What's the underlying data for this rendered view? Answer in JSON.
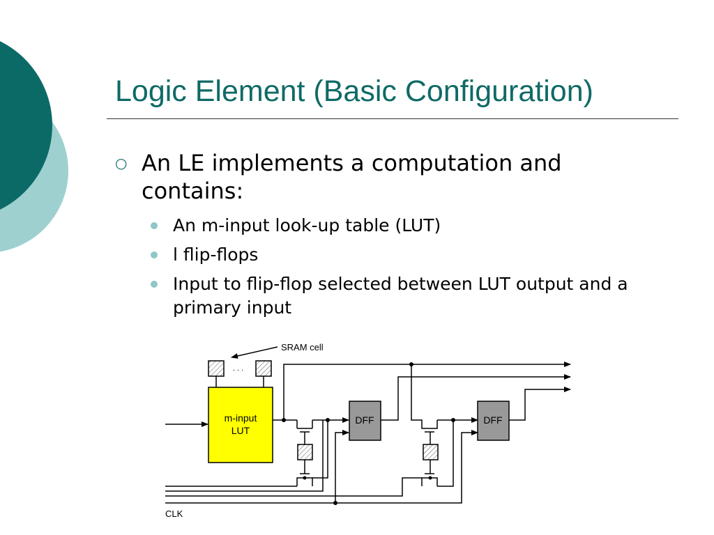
{
  "slide": {
    "title": "Logic Element (Basic Configuration)"
  },
  "bullets": [
    {
      "text": "An LE implements a computation and contains:",
      "level": 1,
      "marker": "hollow-circle-bullet"
    },
    {
      "text": "An m-input look-up table (LUT)",
      "level": 2,
      "marker": "filled-dot-bullet"
    },
    {
      "text": "l flip-flops",
      "level": 2,
      "marker": "filled-dot-bullet"
    },
    {
      "text": "Input to flip-flop selected between LUT output and a primary input",
      "level": 2,
      "marker": "filled-dot-bullet"
    }
  ],
  "diagram": {
    "sram_label": "SRAM cell",
    "dots": ". . .",
    "lut_label_line1": "m-input",
    "lut_label_line2": "LUT",
    "dff1_label": "DFF",
    "dff2_label": "DFF",
    "clk_label": "CLK"
  },
  "colors": {
    "title": "#0f6a66",
    "deco_dark": "#0b6a66",
    "deco_light": "#9fd0d0",
    "lut_fill": "#ffff00",
    "dff_fill": "#999999",
    "bullet_dot": "#8fc6c8"
  }
}
